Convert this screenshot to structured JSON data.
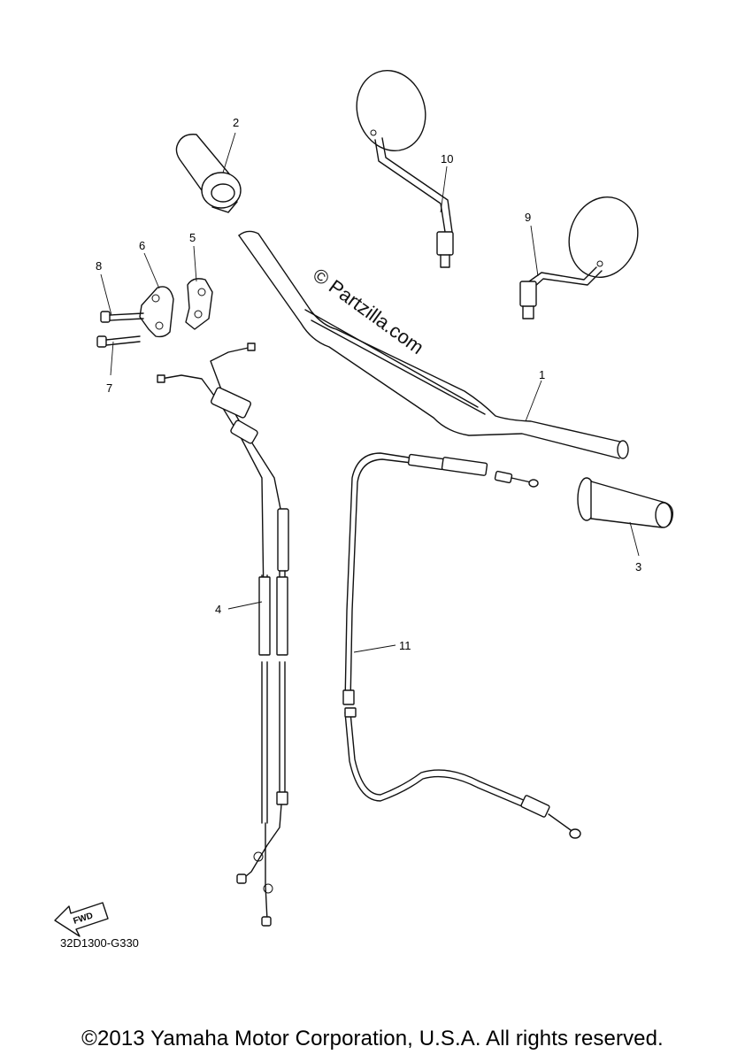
{
  "callouts": [
    {
      "id": "1",
      "label": "1"
    },
    {
      "id": "2",
      "label": "2"
    },
    {
      "id": "3",
      "label": "3"
    },
    {
      "id": "4",
      "label": "4"
    },
    {
      "id": "5",
      "label": "5"
    },
    {
      "id": "6",
      "label": "6"
    },
    {
      "id": "7",
      "label": "7"
    },
    {
      "id": "8",
      "label": "8"
    },
    {
      "id": "9",
      "label": "9"
    },
    {
      "id": "10",
      "label": "10"
    },
    {
      "id": "11",
      "label": "11"
    }
  ],
  "watermark": "© Partzilla.com",
  "fwd_label": "FWD",
  "diagram_code": "32D1300-G330",
  "copyright": "©2013 Yamaha Motor Corporation, U.S.A. All rights reserved."
}
